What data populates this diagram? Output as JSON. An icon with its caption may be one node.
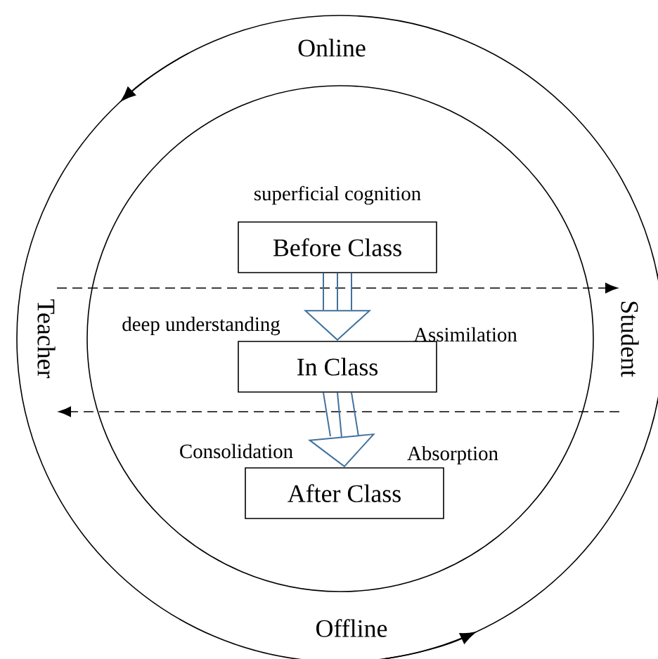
{
  "diagram": {
    "nodes": [
      {
        "text": [
          "Online",
          "Offline"
        ]
      },
      {
        "text": [
          "Teacher"
        ],
        "in": 0
      },
      {
        "text": [
          "Student"
        ],
        "in": 0
      },
      {
        "text": [],
        "shape": "circle",
        "in": 0
      },
      {
        "text": [
          "Before Class"
        ],
        "beside": [
          "superficial cognition"
        ],
        "in": 3
      },
      {
        "text": [
          "In Class"
        ],
        "in": 3
      },
      {
        "text": [
          "After Class"
        ],
        "in": 3
      }
    ],
    "edges": [
      {
        "from": 1,
        "to": 2,
        "arrow": "to",
        "style": "dashed"
      },
      {
        "from": 2,
        "to": 1,
        "arrow": "to",
        "style": "dashed"
      },
      {
        "from": 4,
        "to": 5,
        "arrow": "to",
        "color": "#41719c"
      },
      {
        "from": 5,
        "to": 6,
        "arrow": "to",
        "color": "#41719c"
      }
    ],
    "labels": [
      "deep understanding",
      "Assimilation",
      "Consolidation",
      "Absorption"
    ]
  }
}
